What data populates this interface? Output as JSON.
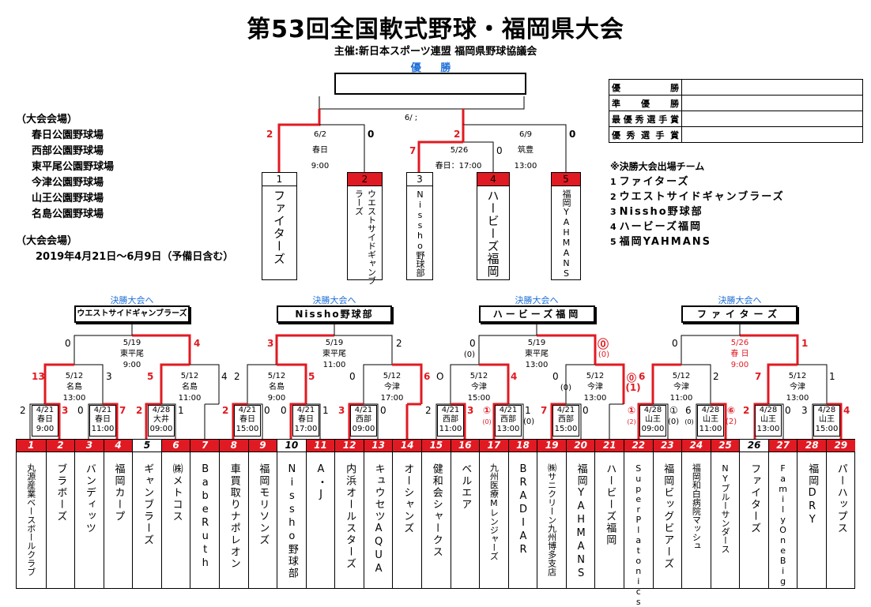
{
  "title": "第53回全国軟式野球・福岡県大会",
  "subtitle": "主催:新日本スポーツ連盟 福岡県野球協議会",
  "champion_label": "優 勝",
  "venues": {
    "heading": "（大会会場）",
    "items": [
      "春日公園野球場",
      "西部公園野球場",
      "東平尾公園野球場",
      "今津公園野球場",
      "山王公園野球場",
      "名島公園野球場"
    ]
  },
  "period": {
    "heading": "（大会会場）",
    "text": "2019年4月21日～6月9日（予備日含む）"
  },
  "results_table": [
    {
      "label": "優勝",
      "value": ""
    },
    {
      "label": "準優勝",
      "value": ""
    },
    {
      "label": "最優秀選手賞",
      "value": ""
    },
    {
      "label": "優秀選手賞",
      "value": ""
    }
  ],
  "final_teams": {
    "heading": "※決勝大会出場チーム",
    "items": [
      {
        "n": "1",
        "name": "ファイターズ"
      },
      {
        "n": "2",
        "name": "ウエストサイドギャンブラーズ"
      },
      {
        "n": "3",
        "name": "Nissho野球部"
      },
      {
        "n": "4",
        "name": "ハービーズ福岡"
      },
      {
        "n": "5",
        "name": "福岡YAHMANS"
      }
    ]
  },
  "final_bracket": {
    "final_date": "6/ ;",
    "left_semi": {
      "date": "6/2",
      "venue": "春日",
      "time": "9:00",
      "score_l": "2",
      "score_r": "0"
    },
    "right_semi": {
      "date": "6/9",
      "venue": "筑豊",
      "time": "13:00",
      "score_l": "2",
      "score_r": "0"
    },
    "qf": {
      "date": "5/26",
      "venue_time": "春日：17:00",
      "score_l": "7",
      "score_r": "0"
    },
    "boxes": [
      {
        "num": "1",
        "name": "ファイターズ"
      },
      {
        "num": "2",
        "name": "ウエストサイドギャンブラーズ"
      },
      {
        "num": "3",
        "name": "Nissho野球部"
      },
      {
        "num": "4",
        "name": "ハービーズ福岡"
      },
      {
        "num": "5",
        "name": "福岡YAHMANS"
      }
    ]
  },
  "blocks": [
    {
      "to_final": "決勝大会へ",
      "winner": "ウエストサイドギャンブラーズ"
    },
    {
      "to_final": "決勝大会へ",
      "winner": "Nissho野球部"
    },
    {
      "to_final": "決勝大会へ",
      "winner": "ハービーズ福岡"
    },
    {
      "to_final": "決勝大会へ",
      "winner": "ファイターズ"
    }
  ],
  "block_finals": [
    {
      "date": "5/19",
      "venue": "東平尾",
      "time": "9:00",
      "sl": "0",
      "sr": "4"
    },
    {
      "date": "5/19",
      "venue": "東平尾",
      "time": "11:00",
      "sl": "3",
      "sr": "2"
    },
    {
      "date": "5/19",
      "venue": "東平尾",
      "time": "13:00",
      "sl": "0",
      "sr": "⓪",
      "sr2": "(0)",
      "sl2": "(0)"
    },
    {
      "date": "5/26",
      "venue": "春 日",
      "time": "9:00",
      "sl": "0",
      "sr": "1"
    }
  ],
  "semis": [
    {
      "date": "5/12",
      "venue": "名島",
      "time": "13:00",
      "sl": "13",
      "sr": "3"
    },
    {
      "date": "5/12",
      "venue": "名島",
      "time": "11:00",
      "sl": "5",
      "sr": "4"
    },
    {
      "date": "5/12",
      "venue": "名島",
      "time": "9:00",
      "sl": "2",
      "sr": "5"
    },
    {
      "date": "5/12",
      "venue": "今津",
      "time": "17:00",
      "sl": "0",
      "sr": "6"
    },
    {
      "date": "5/12",
      "venue": "今津",
      "time": "15:00",
      "sl": "O",
      "sr": "4"
    },
    {
      "date": "5/12",
      "venue": "今津",
      "time": "13:00",
      "sl": "0",
      "sl2": "(0)",
      "sr": "⓪",
      "sr2": "(1)"
    },
    {
      "date": "5/12",
      "venue": "今津",
      "time": "11:00",
      "sl": "6",
      "sr": "2"
    },
    {
      "date": "5/12",
      "venue": "今津",
      "time": "13:00",
      "sl": "7",
      "sr": "1"
    }
  ],
  "firsts": [
    {
      "date": "4/21",
      "venue": "春日",
      "time": "9:00",
      "sl": "2",
      "sr": "3"
    },
    {
      "date": "4/21",
      "venue": "春日",
      "time": "11:00",
      "sl": "0",
      "sr": "7"
    },
    {
      "date": "4/28",
      "venue": "大井",
      "time": "09:00",
      "sl": "2",
      "sr": "1"
    },
    {
      "date": "4/21",
      "venue": "春日",
      "time": "15:00",
      "sl": "2",
      "sr": "0"
    },
    {
      "date": "4/21",
      "venue": "春日",
      "time": "17:00",
      "sl": "0",
      "sr": "1"
    },
    {
      "date": "4/21",
      "venue": "西部",
      "time": "09:00",
      "sl": "3",
      "sr": "0"
    },
    {
      "date": "4/21",
      "venue": "西部",
      "time": "11:00",
      "sl": "2",
      "sr": "3"
    },
    {
      "date": "4/21",
      "venue": "西部",
      "time": "13:00",
      "sl": "①",
      "sr": "1",
      "sl2": "(0)",
      "sr2": "(0)"
    },
    {
      "date": "4/21",
      "venue": "西部",
      "time": "15:00",
      "sl": "7",
      "sr": "0"
    },
    {
      "date": "4/28",
      "venue": "山王",
      "time": "09:00",
      "sl": "①",
      "sr": "①",
      "sl2": "(2)",
      "sr2": "(0)"
    },
    {
      "date": "4/28",
      "venue": "山王",
      "time": "11:00",
      "sl": "6",
      "sr": "⑥",
      "sl2": "(0)",
      "sr2": "(2)"
    },
    {
      "date": "4/28",
      "venue": "山王",
      "time": "13:00",
      "sl": "2",
      "sr": "0"
    },
    {
      "date": "4/28",
      "venue": "山王",
      "time": "15:00",
      "sl": "3",
      "sr": "4"
    }
  ],
  "teams": [
    {
      "num": "1",
      "name": "丸源産業ベースボールクラブ"
    },
    {
      "num": "2",
      "name": "ブラボーズ"
    },
    {
      "num": "3",
      "name": "バンディッツ"
    },
    {
      "num": "4",
      "name": "福岡カープ"
    },
    {
      "num": "5",
      "name": "ギャンブラーズ"
    },
    {
      "num": "6",
      "name": "㈱メトコス"
    },
    {
      "num": "7",
      "name": "BabeRuth"
    },
    {
      "num": "8",
      "name": "車買取りナポレオン"
    },
    {
      "num": "9",
      "name": "福岡モリソンズ"
    },
    {
      "num": "10",
      "name": "Nissho野球部"
    },
    {
      "num": "11",
      "name": "A・J"
    },
    {
      "num": "12",
      "name": "内浜オールスターズ"
    },
    {
      "num": "13",
      "name": "キュウセツAQUA"
    },
    {
      "num": "14",
      "name": "オーシャンズ"
    },
    {
      "num": "15",
      "name": "健和会シャークス"
    },
    {
      "num": "16",
      "name": "ベルエア"
    },
    {
      "num": "17",
      "name": "九州医療Mレンジャーズ"
    },
    {
      "num": "18",
      "name": "BRADIAR"
    },
    {
      "num": "19",
      "name": "㈱サニクリーン九州博多支店"
    },
    {
      "num": "20",
      "name": "福岡YAHMANS"
    },
    {
      "num": "21",
      "name": "ハービーズ福岡"
    },
    {
      "num": "22",
      "name": "SuperPlatonics"
    },
    {
      "num": "23",
      "name": "福岡ビッグビアーズ"
    },
    {
      "num": "24",
      "name": "福岡和白病院マッシュ"
    },
    {
      "num": "25",
      "name": "NYブルーサンダース"
    },
    {
      "num": "26",
      "name": "ファイターズ"
    },
    {
      "num": "27",
      "name": "FamilyOneBig"
    },
    {
      "num": "28",
      "name": "福岡DRY"
    },
    {
      "num": "29",
      "name": "パーハップス"
    }
  ]
}
